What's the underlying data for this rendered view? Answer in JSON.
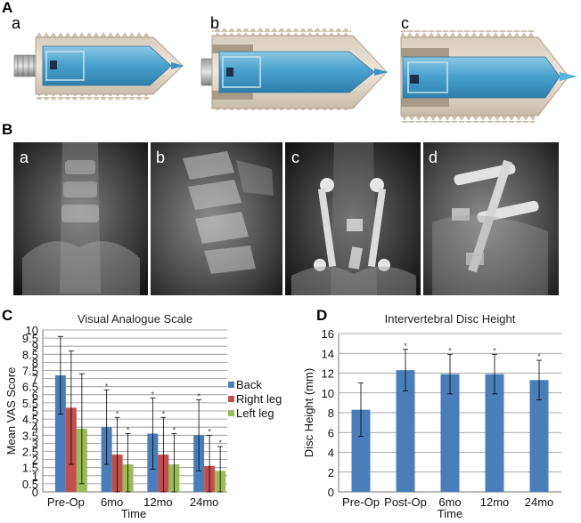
{
  "figure": {
    "panels": [
      "A",
      "B",
      "C",
      "D"
    ],
    "implant_labels": [
      "a",
      "b",
      "c"
    ],
    "xray_labels": [
      "a",
      "b",
      "c",
      "d"
    ]
  },
  "chart_data": [
    {
      "type": "bar",
      "title": "Visual Analogue Scale",
      "xlabel": "Time",
      "ylabel": "Mean VAS Score",
      "categories": [
        "Pre-Op",
        "6mo",
        "12mo",
        "24mo"
      ],
      "ylim": [
        0,
        10
      ],
      "yticks": [
        0,
        0.5,
        1,
        1.5,
        2,
        2.5,
        3,
        3.5,
        4,
        4.5,
        5,
        5.5,
        6,
        6.5,
        7,
        7.5,
        8,
        8.5,
        9,
        9.5,
        10
      ],
      "grid": true,
      "legend": "right",
      "series": [
        {
          "name": "Back",
          "color": "#4a7ebb",
          "values": [
            7.2,
            4.0,
            3.6,
            3.5
          ],
          "err": [
            2.4,
            2.3,
            2.2,
            2.2
          ]
        },
        {
          "name": "Right leg",
          "color": "#c0504d",
          "values": [
            5.2,
            2.3,
            2.3,
            1.6
          ],
          "err": [
            3.5,
            2.3,
            2.3,
            1.9
          ]
        },
        {
          "name": "Left leg",
          "color": "#9bbb59",
          "values": [
            3.9,
            1.7,
            1.7,
            1.3
          ],
          "err": [
            3.4,
            1.9,
            1.9,
            1.5
          ]
        }
      ],
      "markers": [
        {
          "category": 1,
          "series": 0,
          "text": "*"
        },
        {
          "category": 1,
          "series": 1,
          "text": "*"
        },
        {
          "category": 1,
          "series": 2,
          "text": "*"
        },
        {
          "category": 2,
          "series": 0,
          "text": "*"
        },
        {
          "category": 2,
          "series": 1,
          "text": "*"
        },
        {
          "category": 2,
          "series": 2,
          "text": "*"
        },
        {
          "category": 3,
          "series": 0,
          "text": "*"
        },
        {
          "category": 3,
          "series": 1,
          "text": "*"
        },
        {
          "category": 3,
          "series": 2,
          "text": "*"
        }
      ]
    },
    {
      "type": "bar",
      "title": "Intervertebral Disc Height",
      "xlabel": "Time",
      "ylabel": "Disc Height (mm)",
      "categories": [
        "Pre-Op",
        "Post-Op",
        "6mo",
        "12mo",
        "24mo"
      ],
      "ylim": [
        0,
        16
      ],
      "yticks": [
        0,
        2,
        4,
        6,
        8,
        10,
        12,
        14,
        16
      ],
      "grid": true,
      "series": [
        {
          "name": "",
          "color": "#4a7ebb",
          "values": [
            8.3,
            12.3,
            11.9,
            11.9,
            11.3
          ],
          "err": [
            2.7,
            2.1,
            2.0,
            2.0,
            2.0
          ]
        }
      ],
      "markers": [
        {
          "category": 1,
          "series": 0,
          "text": "*"
        },
        {
          "category": 2,
          "series": 0,
          "text": "*"
        },
        {
          "category": 3,
          "series": 0,
          "text": "*"
        },
        {
          "category": 4,
          "series": 0,
          "text": "*"
        }
      ]
    }
  ]
}
